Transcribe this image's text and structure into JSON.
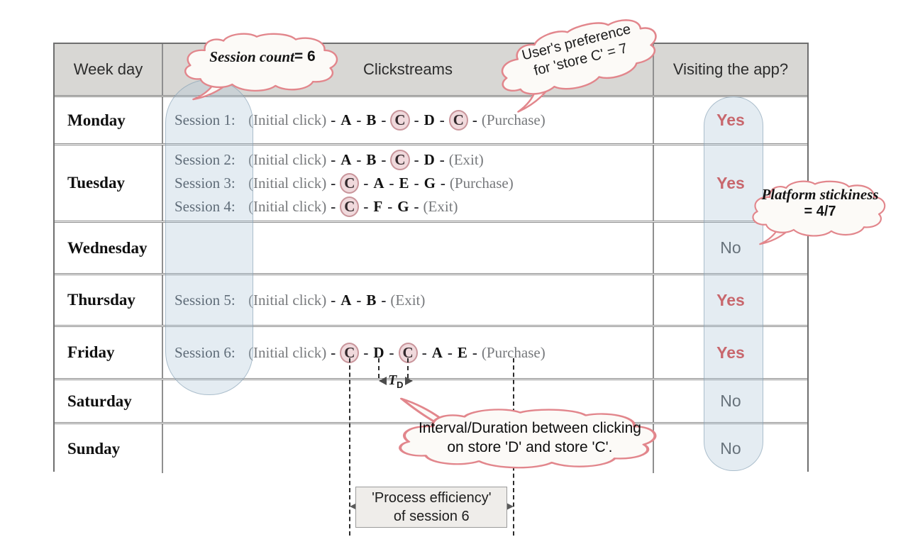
{
  "table": {
    "headers": {
      "week_day": "Week day",
      "clickstreams": "Clickstreams",
      "visiting": "Visiting the app?"
    },
    "rows": [
      {
        "day": "Monday",
        "visit": "Yes",
        "sessions": [
          {
            "label": "Session 1:",
            "tokens": [
              {
                "t": "(Initial click)",
                "k": "paren"
              },
              {
                "t": "A",
                "k": "letter"
              },
              {
                "t": "B",
                "k": "letter"
              },
              {
                "t": "C",
                "k": "circled"
              },
              {
                "t": "D",
                "k": "letter"
              },
              {
                "t": "C",
                "k": "circled"
              },
              {
                "t": "(Purchase)",
                "k": "paren"
              }
            ]
          }
        ]
      },
      {
        "day": "Tuesday",
        "visit": "Yes",
        "sessions": [
          {
            "label": "Session 2:",
            "tokens": [
              {
                "t": "(Initial click)",
                "k": "paren"
              },
              {
                "t": "A",
                "k": "letter"
              },
              {
                "t": "B",
                "k": "letter"
              },
              {
                "t": "C",
                "k": "circled"
              },
              {
                "t": "D",
                "k": "letter"
              },
              {
                "t": "(Exit)",
                "k": "paren"
              }
            ]
          },
          {
            "label": "Session 3:",
            "tokens": [
              {
                "t": "(Initial click)",
                "k": "paren"
              },
              {
                "t": "C",
                "k": "circled"
              },
              {
                "t": "A",
                "k": "letter"
              },
              {
                "t": "E",
                "k": "letter"
              },
              {
                "t": "G",
                "k": "letter"
              },
              {
                "t": "(Purchase)",
                "k": "paren"
              }
            ]
          },
          {
            "label": "Session 4:",
            "tokens": [
              {
                "t": "(Initial click)",
                "k": "paren"
              },
              {
                "t": "C",
                "k": "circled"
              },
              {
                "t": "F",
                "k": "letter"
              },
              {
                "t": "G",
                "k": "letter"
              },
              {
                "t": "(Exit)",
                "k": "paren"
              }
            ]
          }
        ]
      },
      {
        "day": "Wednesday",
        "visit": "No",
        "sessions": []
      },
      {
        "day": "Thursday",
        "visit": "Yes",
        "sessions": [
          {
            "label": "Session 5:",
            "tokens": [
              {
                "t": "(Initial click)",
                "k": "paren"
              },
              {
                "t": "A",
                "k": "letter"
              },
              {
                "t": "B",
                "k": "letter"
              },
              {
                "t": "(Exit)",
                "k": "paren"
              }
            ]
          }
        ]
      },
      {
        "day": "Friday",
        "visit": "Yes",
        "sessions": [
          {
            "label": "Session 6:",
            "tokens": [
              {
                "t": "(Initial click)",
                "k": "paren"
              },
              {
                "t": "C",
                "k": "circled",
                "m": "c1"
              },
              {
                "t": "D",
                "k": "letter",
                "m": "d"
              },
              {
                "t": "C",
                "k": "circled",
                "m": "c2"
              },
              {
                "t": "A",
                "k": "letter"
              },
              {
                "t": "E",
                "k": "letter"
              },
              {
                "t": "(Purchase)",
                "k": "paren",
                "m": "p"
              }
            ]
          }
        ]
      },
      {
        "day": "Saturday",
        "visit": "No",
        "sessions": []
      },
      {
        "day": "Sunday",
        "visit": "No",
        "sessions": []
      }
    ]
  },
  "annotations": {
    "session_count_italic": "Session count",
    "session_count_value": " = 6",
    "user_preference_line1": "User's preference",
    "user_preference_line2": "for 'store C' = 7",
    "platform_stickiness_line1": "Platform stickiness",
    "platform_stickiness_line2": "= 4/7",
    "interval_line1": "Interval/Duration between clicking",
    "interval_line2": "on store 'D' and store 'C'.",
    "process_line1": "'Process efficiency'",
    "process_line2": "of session 6",
    "td_label": "T",
    "td_sub": "D"
  },
  "colors": {
    "yes_red": "#d63a3a",
    "store_c_fill": "#f0d9dc",
    "store_c_border": "#c9959b",
    "cloud_border": "#e2868c",
    "oval_fill": "rgba(174,198,215,0.33)"
  }
}
